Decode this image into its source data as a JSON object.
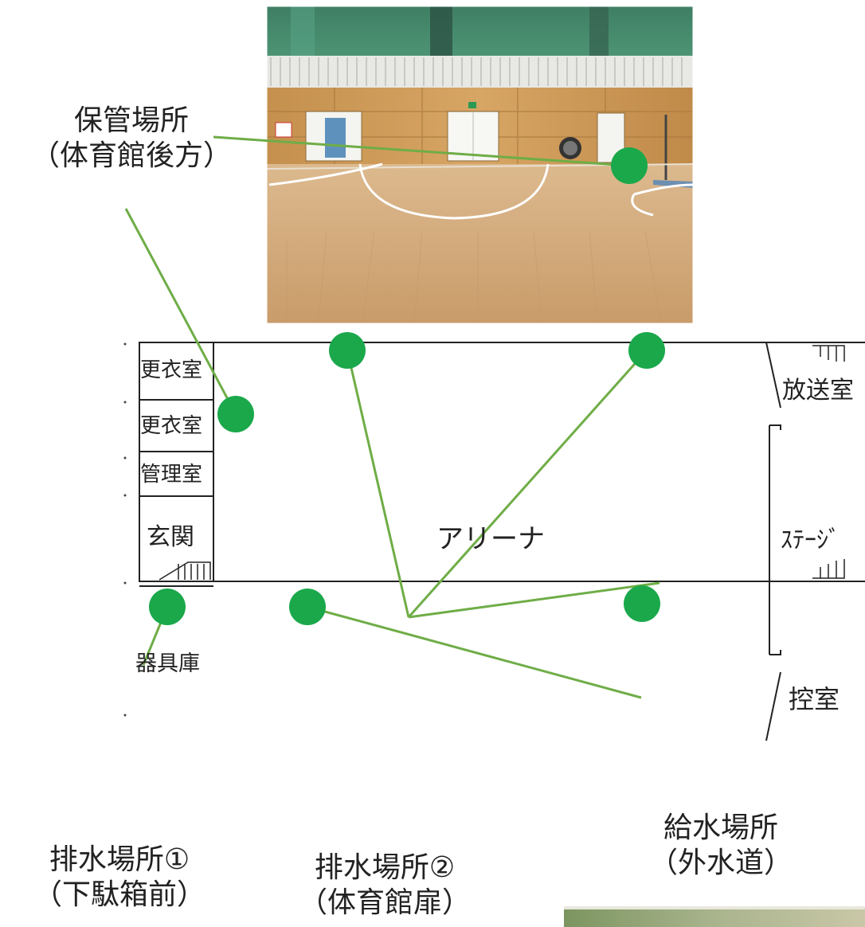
{
  "colors": {
    "marker": "#1aa84b",
    "leader": "#6fad47",
    "wall": "#222222"
  },
  "labels": {
    "storage": {
      "line1": "保管場所",
      "line2": "（体育館後方）"
    },
    "drain1": {
      "line1": "排水場所①",
      "line2": "（下駄箱前）"
    },
    "drain2": {
      "line1": "排水場所②",
      "line2": "（体育館扉）"
    },
    "water": {
      "line1": "給水場所",
      "line2": "（外水道）"
    }
  },
  "rooms": {
    "locker1": "更衣室",
    "locker2": "更衣室",
    "office": "管理室",
    "entrance": "玄関",
    "equipment": "器具庫",
    "arena": "アリーナ",
    "broadcast": "放送室",
    "stage": "ｽﾃｰｼﾞ",
    "waiting": "控室"
  },
  "photos": {
    "gym_interior": "gym-interior-photo",
    "outdoor": "outdoor-photo"
  }
}
